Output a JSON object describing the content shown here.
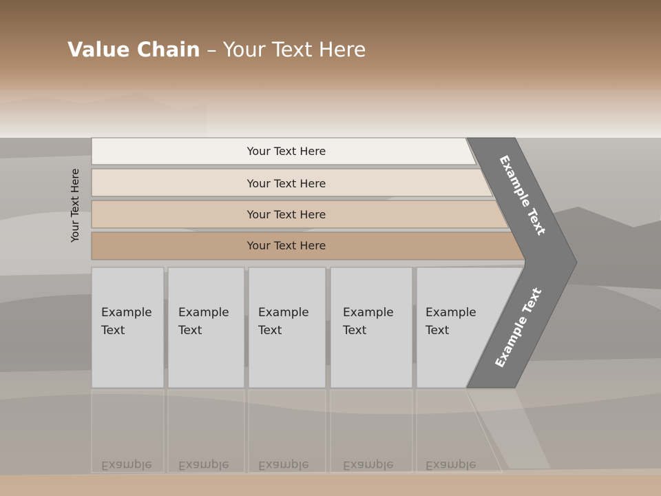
{
  "slide": {
    "title_bold": "Value Chain",
    "title_rest": " – Your Text Here",
    "side_label": "Your Text Here",
    "colors": {
      "header_top": "#7d6047",
      "header_bottom": "#b08d6e",
      "bar1": "#f2efea",
      "bar2": "#e8dcd0",
      "bar3": "#d9c5b2",
      "bar4": "#c2a48a",
      "box": "#d1d1d1",
      "chevron": "#7a7a7a"
    },
    "bars": [
      {
        "label": "Your Text Here"
      },
      {
        "label": "Your Text Here"
      },
      {
        "label": "Your Text Here"
      },
      {
        "label": "Your Text Here"
      }
    ],
    "boxes": [
      {
        "line1": "Example",
        "line2": "Text"
      },
      {
        "line1": "Example",
        "line2": "Text"
      },
      {
        "line1": "Example",
        "line2": "Text"
      },
      {
        "line1": "Example",
        "line2": "Text"
      },
      {
        "line1": "Example",
        "line2": "Text"
      }
    ],
    "chevron_upper": "Example Text",
    "chevron_lower": "Example Text",
    "reflection": "Example"
  }
}
